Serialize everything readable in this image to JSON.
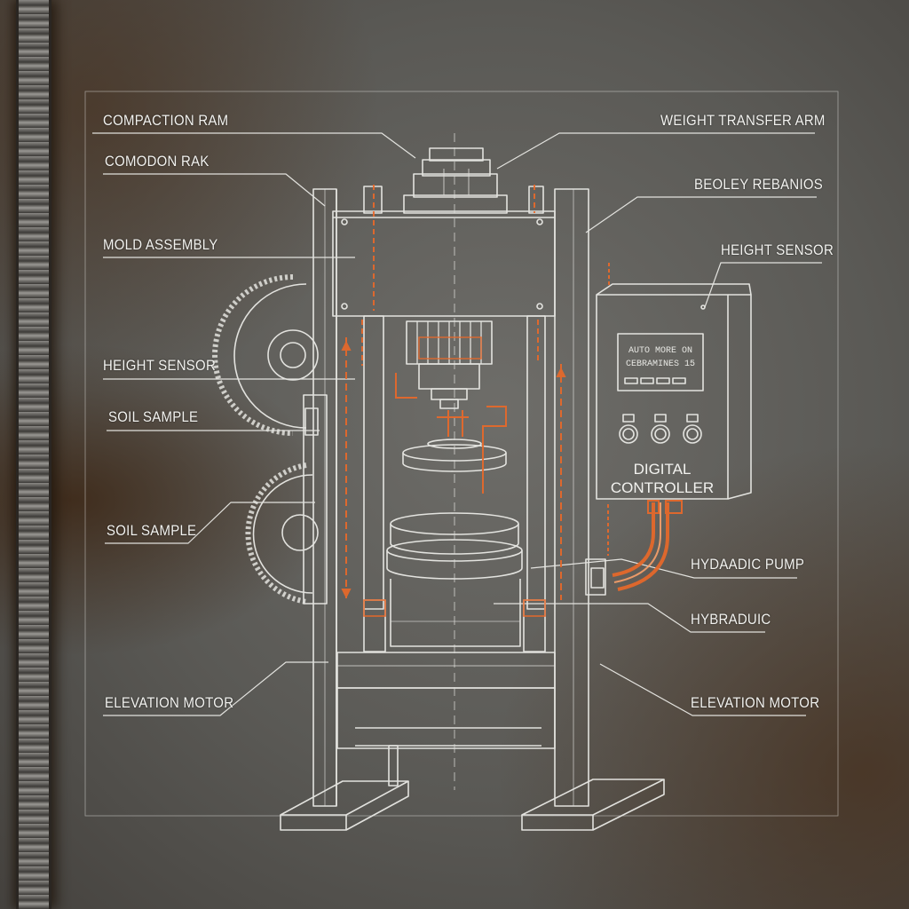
{
  "labels": {
    "compaction_ram": "COMPACTION RAM",
    "comodon_rak": "COMODON RAK",
    "mold_assembly": "MOLD ASSEMBLY",
    "height_sensor_left": "HEIGHT SENSOR",
    "soil_sample_1": "SOIL SAMPLE",
    "soil_sample_2": "SOIL SAMPLE",
    "elevation_motor_left": "ELEVATION MOTOR",
    "weight_transfer_arm": "WEIGHT TRANSFER ARM",
    "beoley_rebanios": "BEOLEY REBANIOS",
    "height_sensor_right": "HEIGHT SENSOR",
    "hydraulic_pump": "HYDAADIC PUMP",
    "hybraduic": "HYBRADUIC",
    "elevation_motor_right": "ELEVATION MOTOR"
  },
  "controller": {
    "screen_line1": "AUTO MORE ON",
    "screen_line2": "CEBRAMINES 15",
    "label_line1": "DIGITAL",
    "label_line2": "CONTROLLER"
  },
  "colors": {
    "line": "#f0f0ec",
    "accent": "#e8692a",
    "plate": "#5e5d59"
  }
}
